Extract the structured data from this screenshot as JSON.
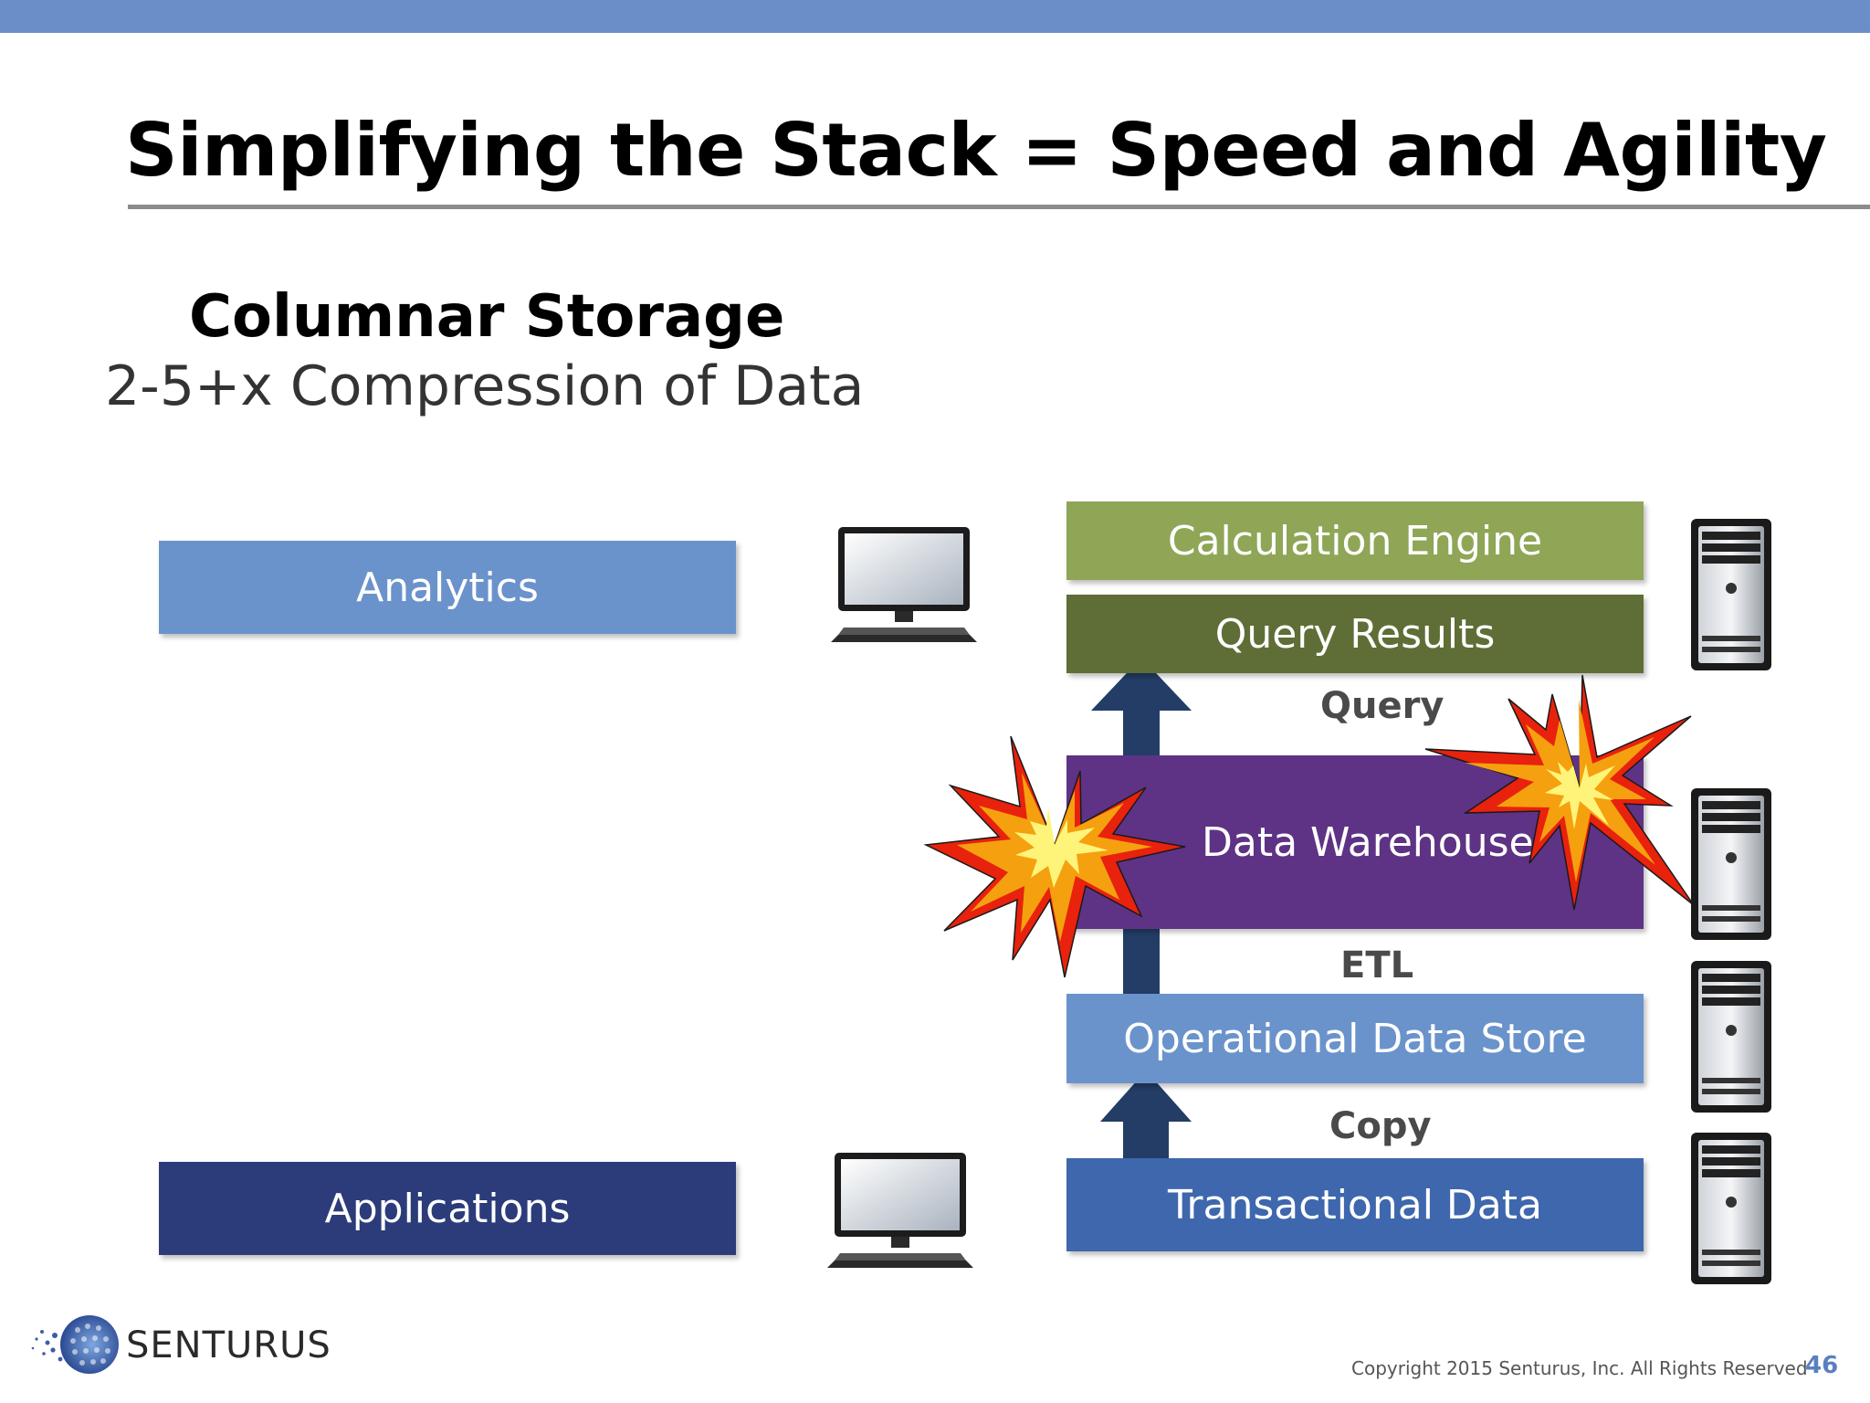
{
  "slide": {
    "title": "Simplifying the Stack = Speed and Agility",
    "subtitle": "Columnar Storage",
    "subsubtitle": "2-5+x Compression of Data"
  },
  "left_boxes": {
    "analytics": "Analytics",
    "applications": "Applications"
  },
  "stack": {
    "calculation_engine": "Calculation Engine",
    "query_results": "Query Results",
    "data_warehouse": "Data Warehouse",
    "operational_data_store": "Operational Data Store",
    "transactional_data": "Transactional Data"
  },
  "flows": {
    "query": "Query",
    "etl": "ETL",
    "copy": "Copy"
  },
  "footer": {
    "logo_text": "SENTURUS",
    "copyright": "Copyright 2015  Senturus, Inc.   All Rights Reserved",
    "page_number": "46"
  },
  "colors": {
    "top_bar": "#6b8ec8",
    "analytics": "#6a93cc",
    "applications": "#2c3c7a",
    "calculation_engine": "#8fa656",
    "query_results": "#5f6e36",
    "data_warehouse": "#5e3385",
    "operational_data_store": "#6a93cc",
    "transactional_data": "#3e67ad",
    "arrow": "#233d66"
  },
  "icons": [
    "desktop-computer-icon",
    "tower-server-icon",
    "explosion-icon"
  ]
}
